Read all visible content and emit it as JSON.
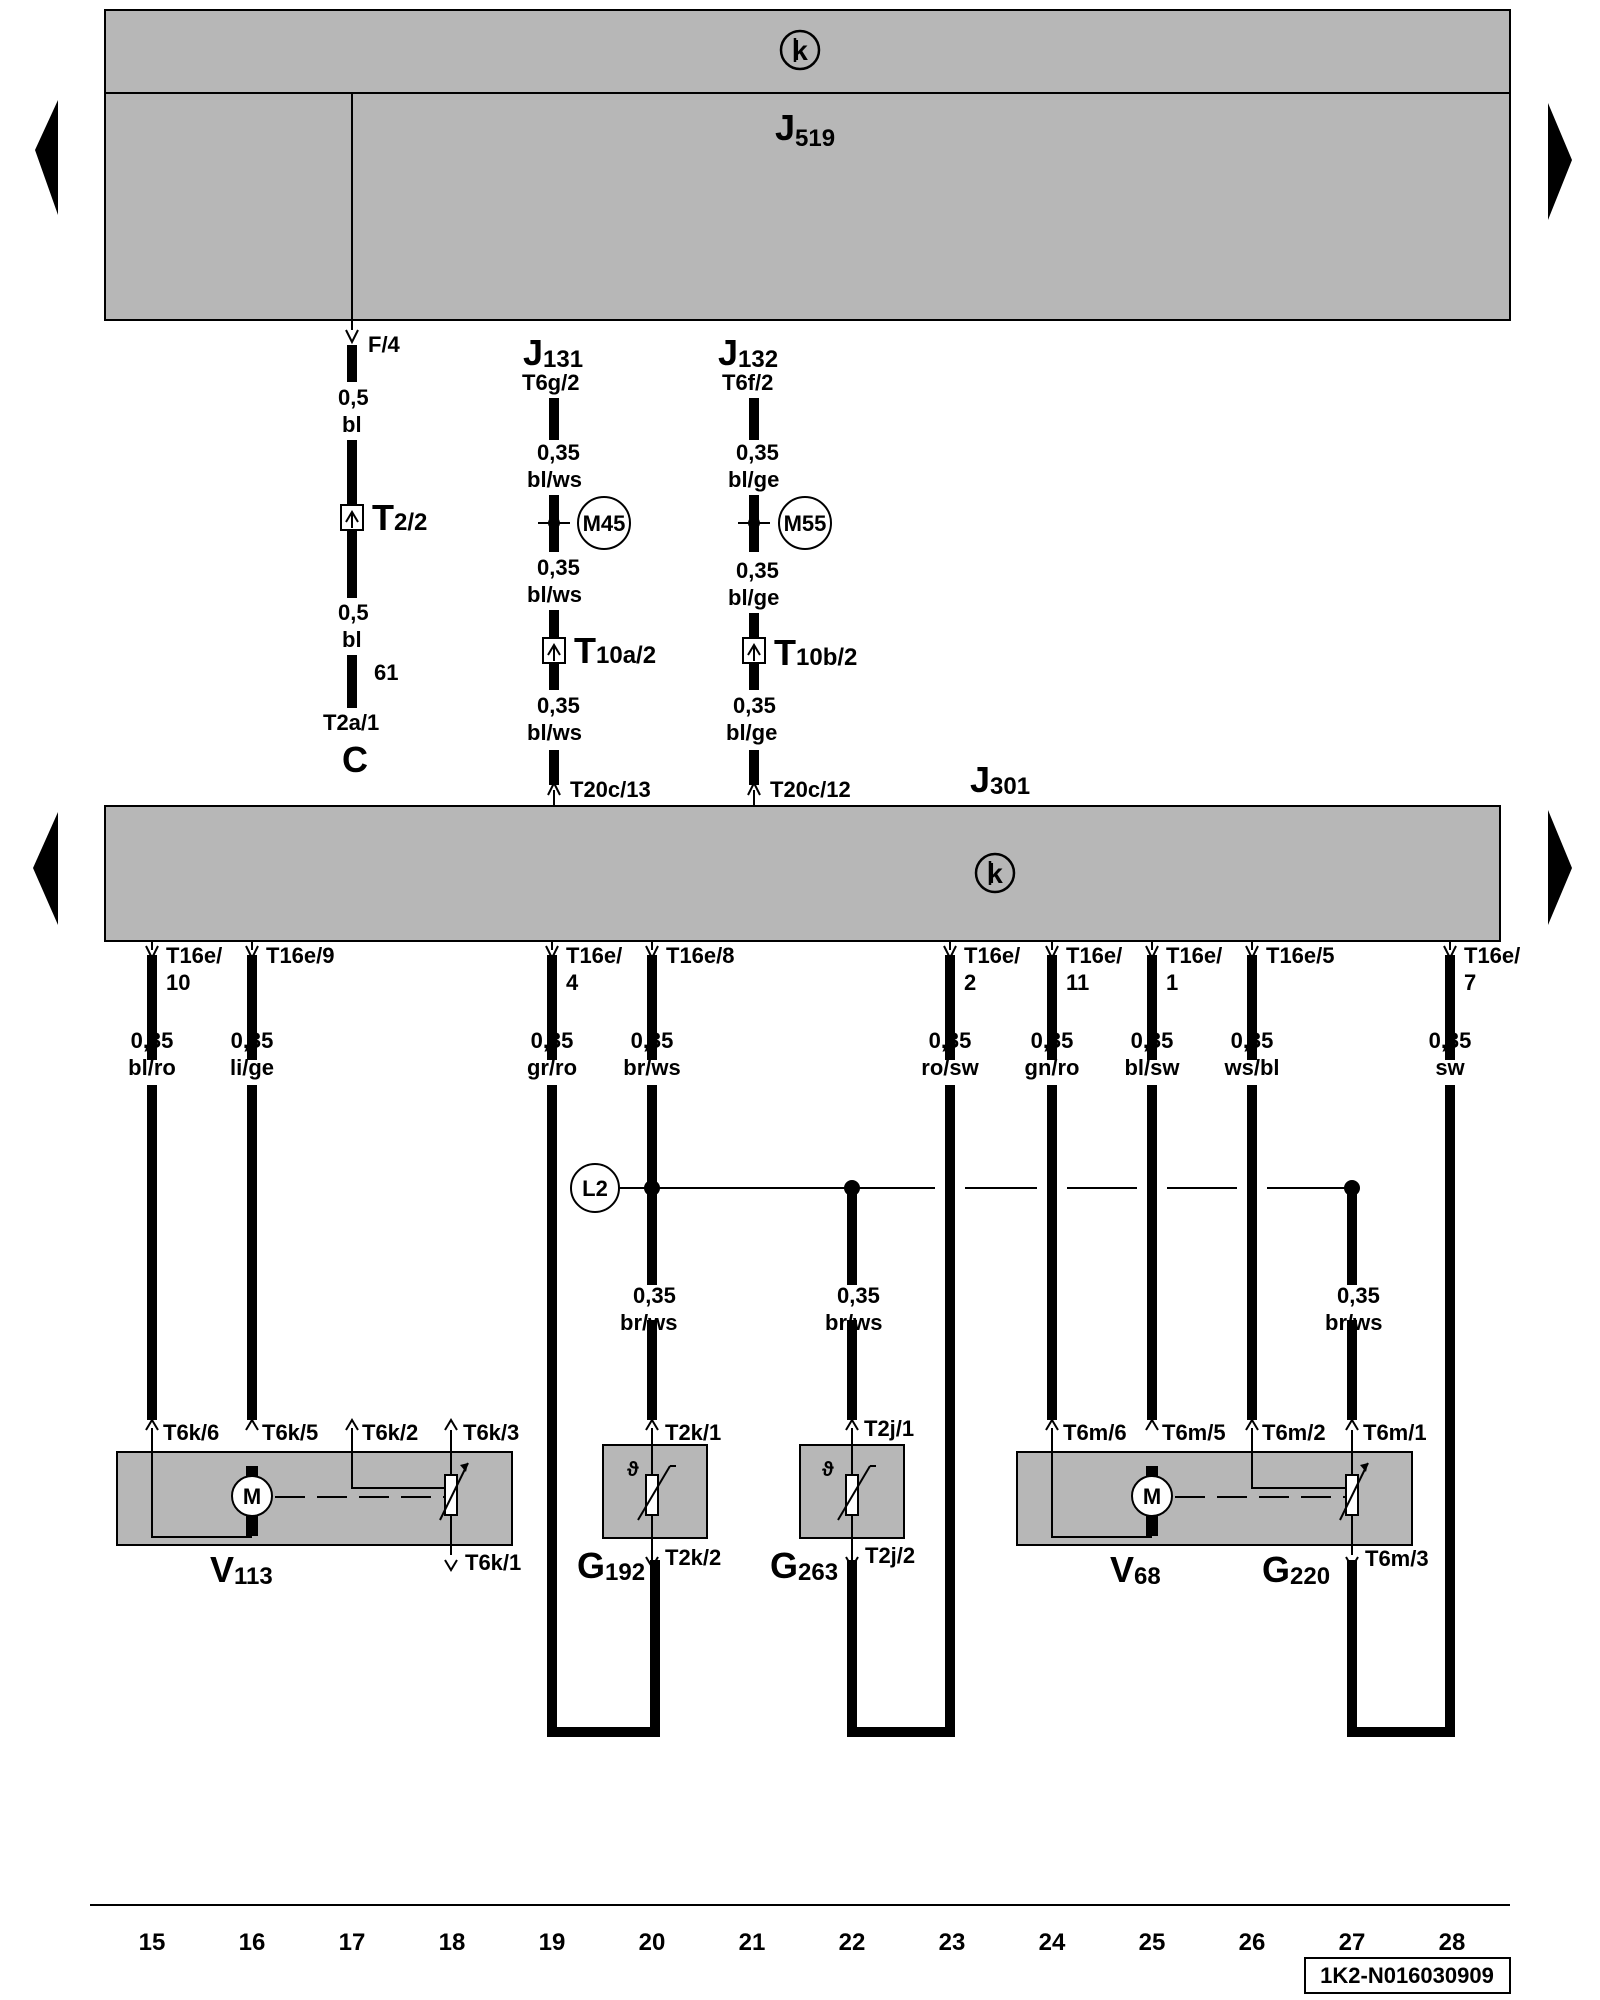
{
  "modules": {
    "top": {
      "name": "J",
      "sub": "519"
    },
    "middle": {
      "name": "J",
      "sub": "301"
    }
  },
  "connections": {
    "c17": {
      "pin": "F/4",
      "gauge_a": "0,5",
      "color_a": "bl",
      "conn": "T",
      "conn_sub": "2/2",
      "gauge_b": "0,5",
      "color_b": "bl",
      "note": "61",
      "pin_b": "T2a/1",
      "ref": "C"
    },
    "c19": {
      "src": "J",
      "src_sub": "131",
      "src_pin": "T6g/2",
      "gauge_a": "0,35",
      "color_a": "bl/ws",
      "splice": "M45",
      "gauge_b": "0,35",
      "color_b": "bl/ws",
      "conn": "T",
      "conn_sub": "10a/2",
      "gauge_c": "0,35",
      "color_c": "bl/ws",
      "pin": "T20c/13"
    },
    "c21": {
      "src": "J",
      "src_sub": "132",
      "src_pin": "T6f/2",
      "gauge_a": "0,35",
      "color_a": "bl/ge",
      "splice": "M55",
      "gauge_b": "0,35",
      "color_b": "bl/ge",
      "conn": "T",
      "conn_sub": "10b/2",
      "gauge_c": "0,35",
      "color_c": "bl/ge",
      "pin": "T20c/12"
    }
  },
  "outputs": [
    {
      "pin_a": "T16e/",
      "pin_b": "10",
      "gauge": "0,35",
      "color": "bl/ro"
    },
    {
      "pin_a": "T16e/9",
      "pin_b": "",
      "gauge": "0,35",
      "color": "li/ge"
    },
    {
      "pin_a": "T16e/",
      "pin_b": "4",
      "gauge": "0,35",
      "color": "gr/ro"
    },
    {
      "pin_a": "T16e/8",
      "pin_b": "",
      "gauge": "0,35",
      "color": "br/ws"
    },
    {
      "pin_a": "T16e/",
      "pin_b": "2",
      "gauge": "0,35",
      "color": "ro/sw"
    },
    {
      "pin_a": "T16e/",
      "pin_b": "11",
      "gauge": "0,35",
      "color": "gn/ro"
    },
    {
      "pin_a": "T16e/",
      "pin_b": "1",
      "gauge": "0,35",
      "color": "bl/sw"
    },
    {
      "pin_a": "T16e/5",
      "pin_b": "",
      "gauge": "0,35",
      "color": "ws/bl"
    },
    {
      "pin_a": "T16e/",
      "pin_b": "7",
      "gauge": "0,35",
      "color": "sw"
    }
  ],
  "ground": {
    "splice": "L2",
    "branches": [
      {
        "gauge": "0,35",
        "color": "br/ws"
      },
      {
        "gauge": "0,35",
        "color": "br/ws"
      },
      {
        "gauge": "0,35",
        "color": "br/ws"
      }
    ]
  },
  "components": {
    "v113": {
      "name": "V",
      "sub": "113",
      "motor": "M",
      "pins": [
        "T6k/6",
        "T6k/5",
        "T6k/2",
        "T6k/3",
        "T6k/1"
      ]
    },
    "g192": {
      "name": "G",
      "sub": "192",
      "symbol": "ϑ",
      "pin_top": "T2k/1",
      "pin_bottom": "T2k/2"
    },
    "g263": {
      "name": "G",
      "sub": "263",
      "symbol": "ϑ",
      "pin_top": "T2j/1",
      "pin_bottom": "T2j/2"
    },
    "v68": {
      "name": "V",
      "sub": "68",
      "motor": "M",
      "pins": [
        "T6m/6",
        "T6m/5",
        "T6m/2",
        "T6m/1"
      ]
    },
    "g220": {
      "name": "G",
      "sub": "220",
      "pin_bottom": "T6m/3"
    }
  },
  "current_track": [
    "15",
    "16",
    "17",
    "18",
    "19",
    "20",
    "21",
    "22",
    "23",
    "24",
    "25",
    "26",
    "27",
    "28"
  ],
  "diagram_id": "1K2-N016030909"
}
